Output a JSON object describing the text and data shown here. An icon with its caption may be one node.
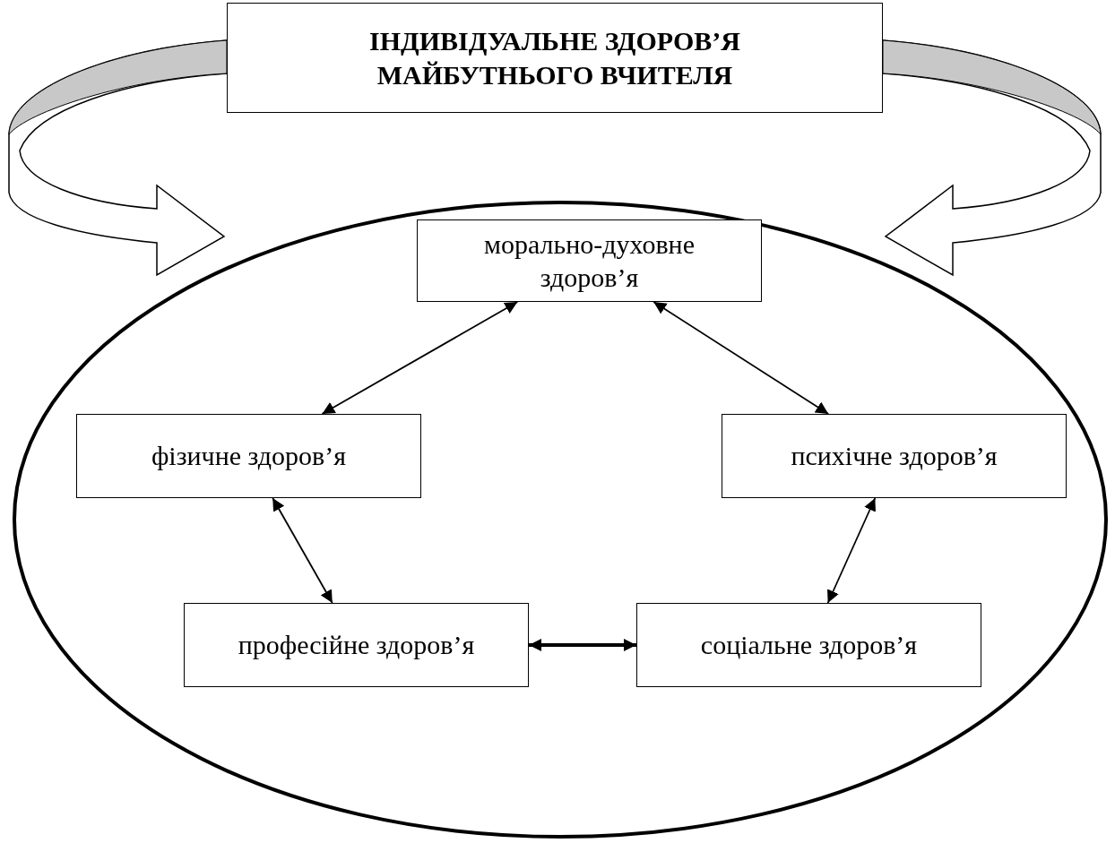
{
  "diagram": {
    "nodes": [
      {
        "text": [
          "ІНДИВІДУАЛЬНЕ ЗДОРОВ’Я МАЙБУТНЬОГО ВЧИТЕЛЯ"
        ]
      },
      {
        "text": [],
        "shape": "ellipse"
      },
      {
        "text": [
          "морально-духовне здоров’я"
        ],
        "in": 1
      },
      {
        "text": [
          "фізичне здоров’я"
        ],
        "in": 1
      },
      {
        "text": [
          "психічне здоров’я"
        ],
        "in": 1
      },
      {
        "text": [
          "професійне здоров’я"
        ],
        "in": 1
      },
      {
        "text": [
          "соціальне здоров’я"
        ],
        "in": 1
      }
    ],
    "edges": [
      {
        "from": 0,
        "to": 1,
        "arrow": "to",
        "style": "thick"
      },
      {
        "from": 0,
        "to": 1,
        "arrow": "to",
        "style": "thick"
      },
      {
        "from": 2,
        "to": 3,
        "arrow": "both"
      },
      {
        "from": 2,
        "to": 4,
        "arrow": "both"
      },
      {
        "from": 3,
        "to": 5,
        "arrow": "both"
      },
      {
        "from": 4,
        "to": 6,
        "arrow": "both"
      },
      {
        "from": 5,
        "to": 6,
        "arrow": "both",
        "style": "thick"
      }
    ]
  }
}
